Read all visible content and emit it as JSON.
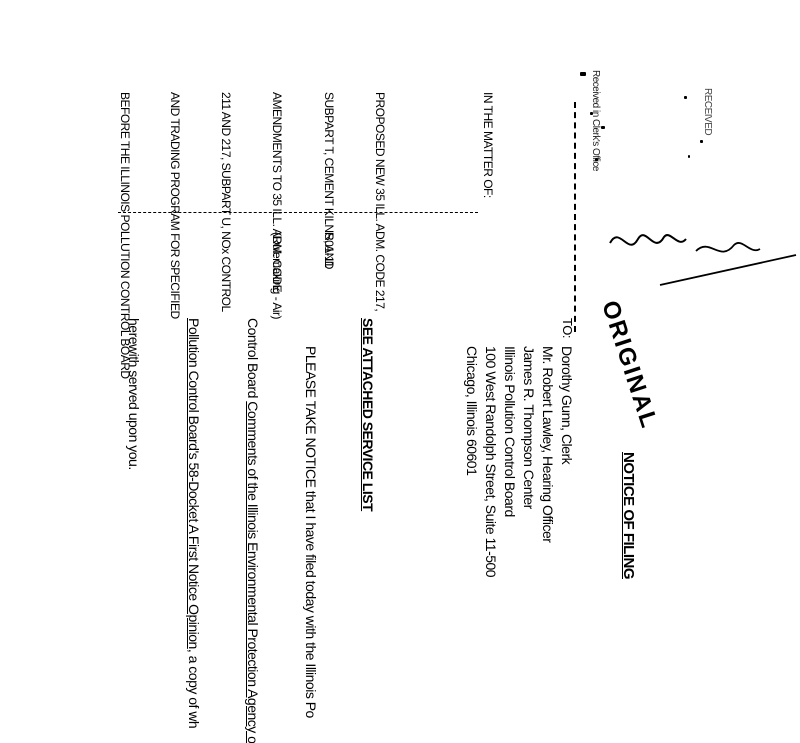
{
  "notice_title": "NOTICE OF FILING",
  "to_label": "TO:",
  "recipients": [
    "Dorothy Gunn, Clerk",
    "Illinois Pollution Control Board",
    "James R. Thompson Center",
    "100 West Randolph Street, Suite 11-500",
    "Chicago, Illinois 60601"
  ],
  "second_recipient": "Mr. Robert Lawley, Hearing Officer",
  "service_list": "SEE ATTACHED SERVICE LIST",
  "body": {
    "line1": "PLEASE TAKE NOTICE that I have filed today with the Illinois Po",
    "line2_pre": "Control Board ",
    "line2_u": "Comments of the Illinois Environmental Protection Agency o",
    "line3_u": "Pollution Control Board's 58-Docket A First Notice Opinion",
    "line3_post": ", a copy of wh",
    "line4": "herewith served upon you."
  },
  "original_stamp": "ORIGINAL",
  "received_stamp": "RECEIVED",
  "caption": {
    "heading": "IN THE MATTER OF:",
    "lines": [
      "PROPOSED NEW 35 ILL. ADM. CODE 217,",
      "SUBPART T, CEMENT KILNS, AND",
      "AMENDMENTS TO 35 ILL. ADM. CODE",
      "211 AND 217, SUBPART U, NOx CONTROL",
      "AND TRADING PROGRAM FOR SPECIFIED"
    ],
    "docket_label": "R01-11",
    "docket_sub": "(Rulemaking - Air)",
    "court": "BEFORE THE ILLINOIS POLLUTION CONTROL BOARD",
    "margin_text": "Received in Clerk's Office"
  }
}
